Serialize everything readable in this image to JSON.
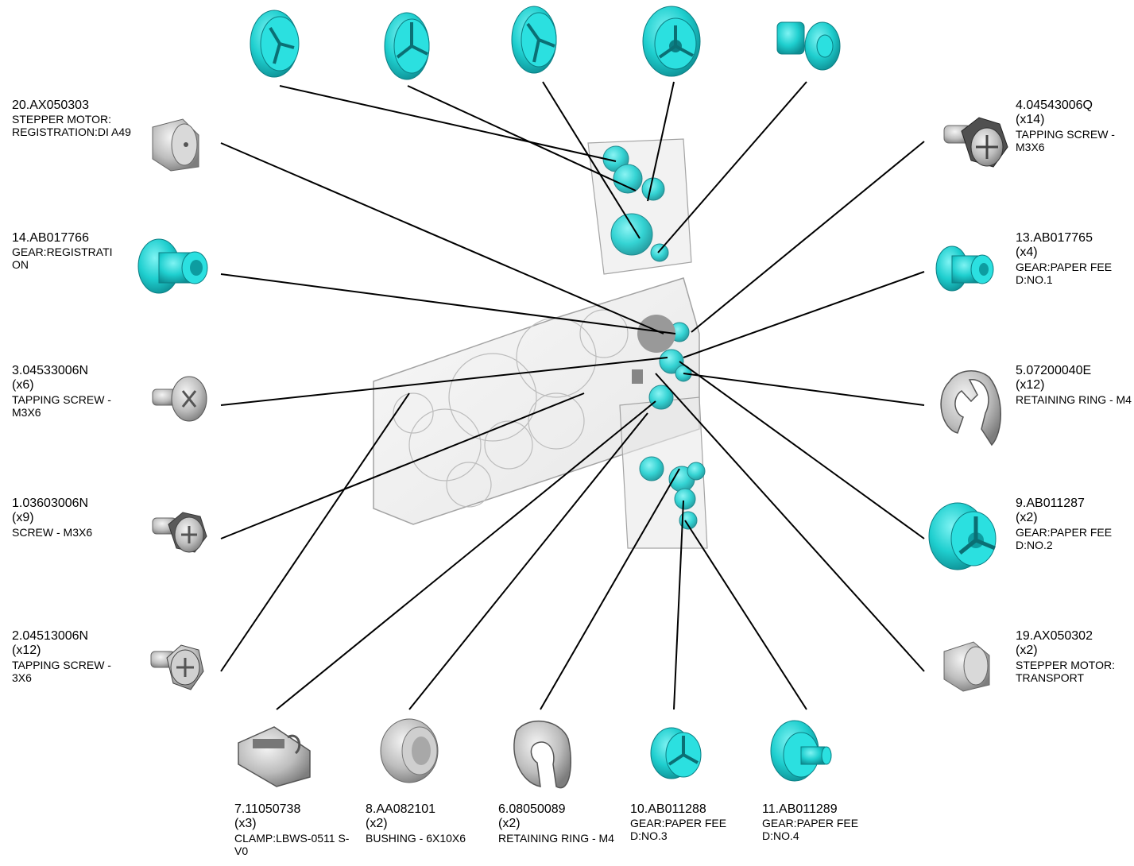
{
  "colors": {
    "part_cyan": "#22d3d3",
    "part_gray": "#b9b9b9",
    "line": "#000000",
    "assembly": "#d8d8d8"
  },
  "parts": [
    {
      "id": "p20",
      "number": "20.AX050303",
      "qty": "",
      "desc": "STEPPER MOTOR: REGISTRATION:DI A49",
      "icon": "stepper-motor-icon"
    },
    {
      "id": "p14",
      "number": "14.AB017766",
      "qty": "",
      "desc": "GEAR:REGISTRATI ON",
      "icon": "gear-icon"
    },
    {
      "id": "p3",
      "number": "3.04533006N",
      "qty": "(x6)",
      "desc": "TAPPING SCREW -  M3X6",
      "icon": "screw-icon"
    },
    {
      "id": "p1",
      "number": "1.03603006N",
      "qty": "(x9)",
      "desc": "SCREW - M3X6",
      "icon": "screw-icon"
    },
    {
      "id": "p2",
      "number": "2.04513006N",
      "qty": "(x12)",
      "desc": "TAPPING SCREW -  3X6",
      "icon": "screw-icon"
    },
    {
      "id": "p4",
      "number": "4.04543006Q",
      "qty": "(x14)",
      "desc": "TAPPING SCREW -  M3X6",
      "icon": "screw-icon"
    },
    {
      "id": "p13",
      "number": "13.AB017765",
      "qty": "(x4)",
      "desc": "GEAR:PAPER FEE D:NO.1",
      "icon": "gear-icon"
    },
    {
      "id": "p5",
      "number": "5.07200040E",
      "qty": "(x12)",
      "desc": "RETAINING RING - M4",
      "icon": "retaining-ring-icon"
    },
    {
      "id": "p9",
      "number": "9.AB011287",
      "qty": "(x2)",
      "desc": "GEAR:PAPER FEE D:NO.2",
      "icon": "gear-icon"
    },
    {
      "id": "p19",
      "number": "19.AX050302",
      "qty": "(x2)",
      "desc": "STEPPER MOTOR: TRANSPORT",
      "icon": "stepper-motor-icon"
    },
    {
      "id": "p7",
      "number": "7.11050738",
      "qty": "(x3)",
      "desc": "CLAMP:LBWS-0511 S-V0",
      "icon": "clamp-icon"
    },
    {
      "id": "p8",
      "number": "8.AA082101",
      "qty": "(x2)",
      "desc": "BUSHING - 6X10X6",
      "icon": "bushing-icon"
    },
    {
      "id": "p6",
      "number": "6.08050089",
      "qty": "(x2)",
      "desc": "RETAINING RING - M4",
      "icon": "retaining-ring-icon"
    },
    {
      "id": "p10",
      "number": "10.AB011288",
      "qty": "",
      "desc": "GEAR:PAPER FEE D:NO.3",
      "icon": "gear-icon"
    },
    {
      "id": "p11",
      "number": "11.AB011289",
      "qty": "",
      "desc": "GEAR:PAPER FEE D:NO.4",
      "icon": "gear-icon"
    }
  ]
}
